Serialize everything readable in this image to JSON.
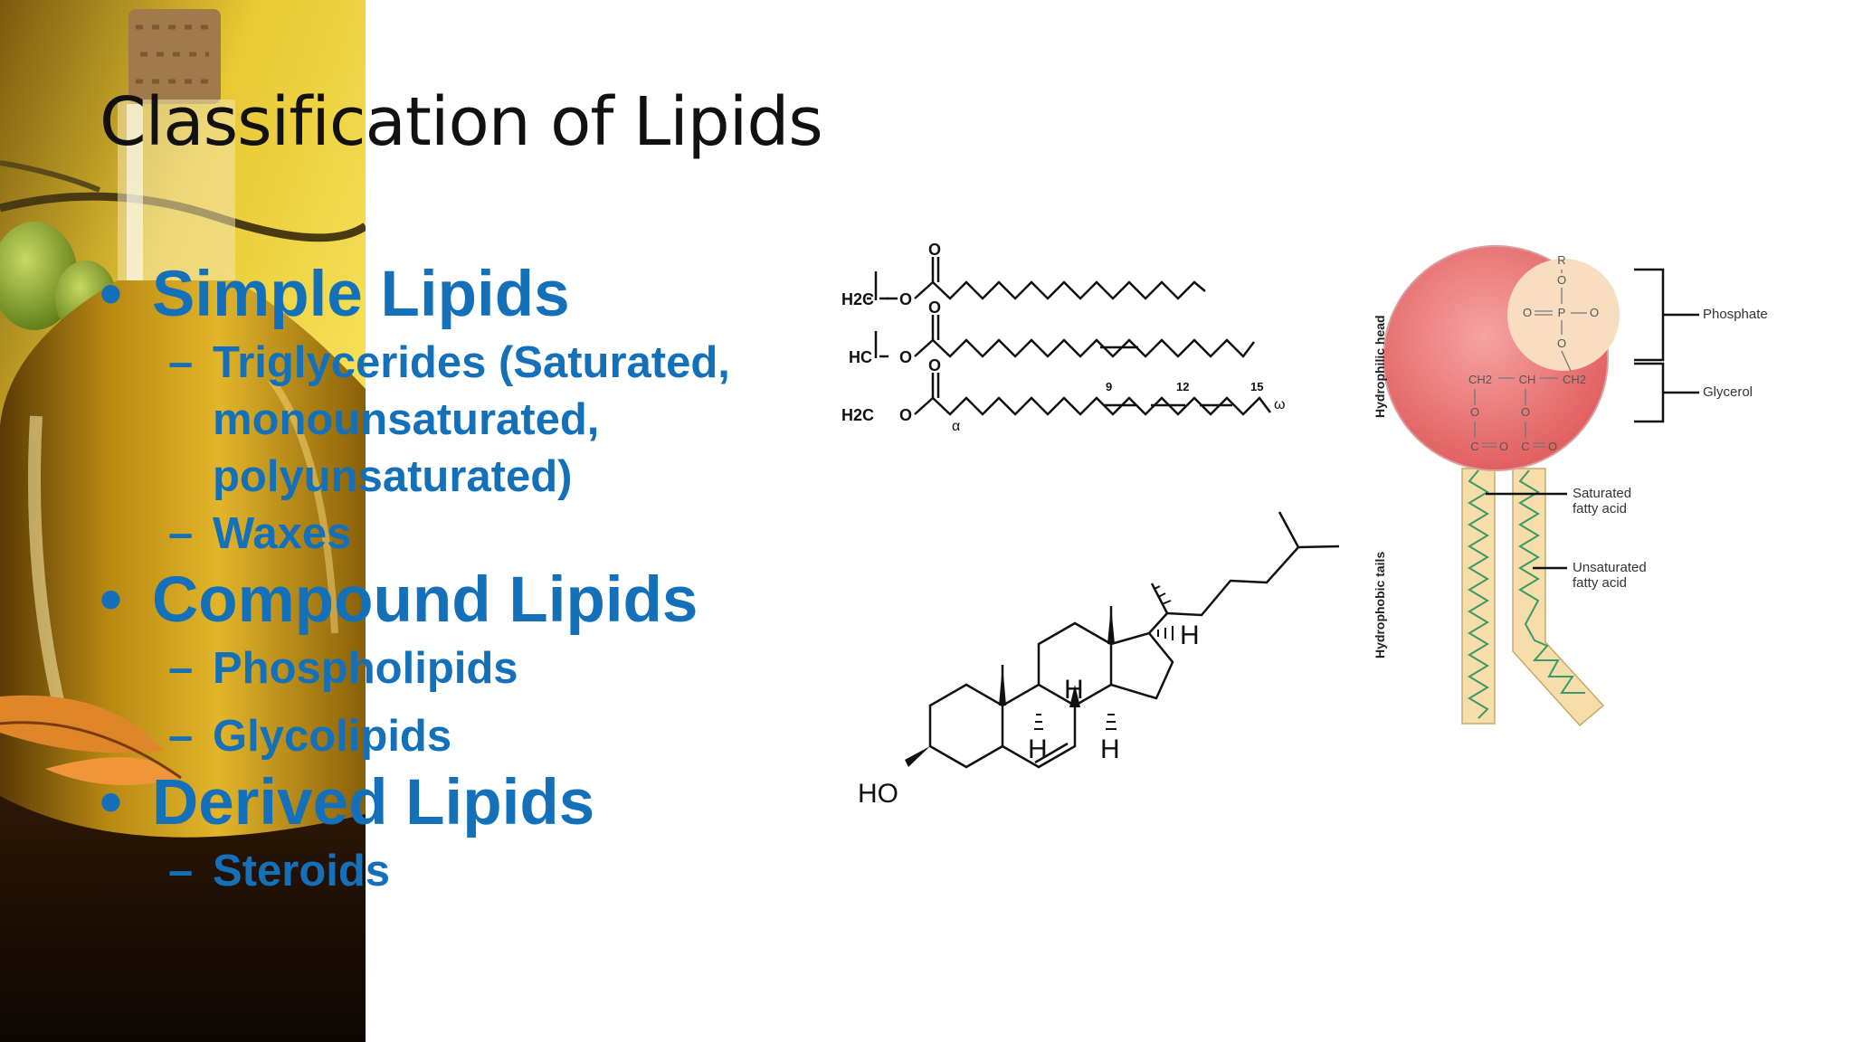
{
  "slide": {
    "title": "Classification of Lipids",
    "accent_color": "#1471b9",
    "bullets": [
      {
        "label": "Simple Lipids",
        "subitems": [
          "Triglycerides (Saturated,",
          "monounsaturated,",
          "polyunsaturated)",
          "Waxes"
        ]
      },
      {
        "label": "Compound Lipids",
        "subitems": [
          "Phospholipids",
          "Glycolipids"
        ]
      },
      {
        "label": "Derived Lipids",
        "subitems": [
          "Steroids"
        ]
      }
    ]
  },
  "triglyceride_figure": {
    "glycerol_labels": [
      "H2C",
      "HC",
      "H2C"
    ],
    "oxygen_label": "O",
    "carbonyl_label": "O",
    "double_bond_positions": [
      "9",
      "12",
      "15"
    ],
    "alpha_label": "α",
    "omega_label": "ω"
  },
  "cholesterol_figure": {
    "hydroxyl_label": "HO",
    "hydrogen_label": "H"
  },
  "phospholipid_figure": {
    "head_label": "Hydrophilic head",
    "tails_label": "Hydrophobic tails",
    "phosphate_label": "Phosphate",
    "glycerol_label": "Glycerol",
    "saturated_label_line1": "Saturated",
    "saturated_label_line2": "fatty acid",
    "unsaturated_label_line1": "Unsaturated",
    "unsaturated_label_line2": "fatty acid",
    "head_atoms": {
      "r": "R",
      "o": "O",
      "p": "P",
      "ch2": "CH2",
      "ch": "CH",
      "c": "C"
    }
  }
}
